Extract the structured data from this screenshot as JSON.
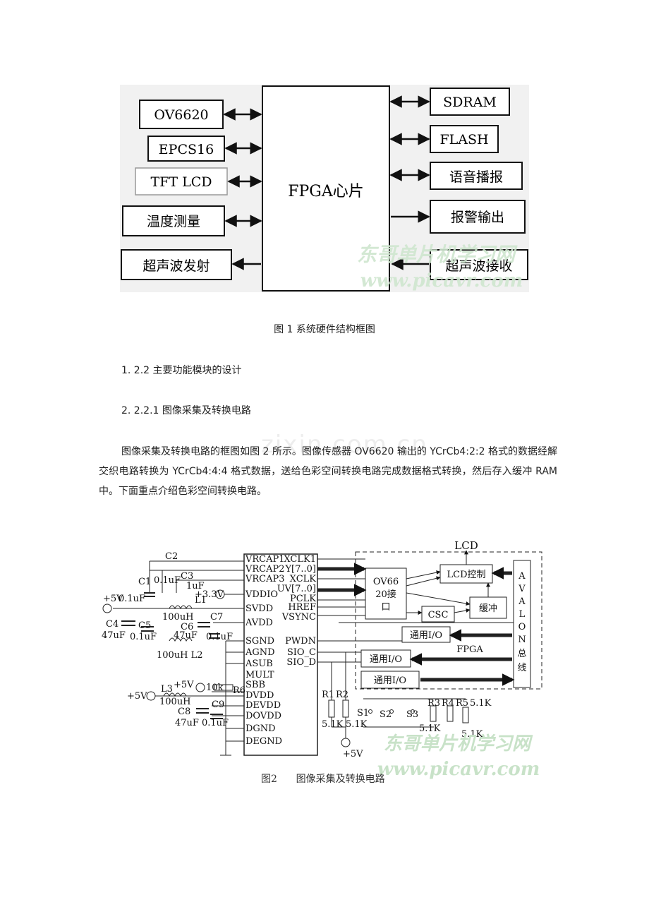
{
  "figure1": {
    "center": "FPGA心片",
    "left_blocks": [
      "OV6620",
      "EPCS16",
      "TFT LCD",
      "温度测量",
      "超声波发射"
    ],
    "right_blocks": [
      "SDRAM",
      "FLASH",
      "语音播报",
      "报警输出",
      "超声波接收"
    ],
    "watermark_cn": "东哥单片机学习网",
    "watermark_url": "www.picavr.com",
    "caption": "图 1  系统硬件结构框图"
  },
  "headings": {
    "h1": "1. 2.2  主要功能模块的设计",
    "h2": "2. 2.2.1  图像采集及转换电路"
  },
  "paragraph": {
    "p1": "图像采集及转换电路的框图如图 2 所示。图像传感器 ",
    "p2": "OV6620",
    "p3": " 输出的 ",
    "p4": "YCrCb4:2:2",
    "p5": " 格式的数据经解交织电路转换为 ",
    "p6": "YCrCb4:4:4",
    "p7": " 格式数据，送给色彩空间转换电路完成数据格式转换，然后存入缓冲 ",
    "p8": "RAM",
    "p9": " 中。下面重点介绍色彩空间转换电路。"
  },
  "bg_watermark": "zixin.com.cn",
  "figure2": {
    "pins_left": [
      "VRCAP1",
      "VRCAP2",
      "VRCAP3",
      "VDDIO",
      "SVDD",
      "AVDD",
      "SGND",
      "AGND",
      "ASUB",
      "MULT",
      "SBB",
      "DVDD",
      "DEVDD",
      "DOVDD",
      "DGND",
      "DEGND"
    ],
    "pins_right": [
      "XCLK1",
      "Y[7..0]",
      "XCLK",
      "UV[7..0]",
      "PCLK",
      "HREF",
      "VSYNC",
      "PWDN",
      "SIO_C",
      "SIO_D"
    ],
    "lcd_title": "LCD",
    "lcd_ctrl": "LCD控制",
    "ov_block_1": "OV66",
    "ov_block_2": "20接",
    "ov_block_3": "口",
    "csc": "CSC",
    "buffer": "缓冲",
    "gpio": "通用I/O",
    "fpga": "FPGA",
    "avalon_letters": [
      "A",
      "V",
      "A",
      "L",
      "O",
      "N",
      "总",
      "线"
    ],
    "c2": "C2",
    "c1": "C1",
    "c3": "C3",
    "c1_val": "0.1uF",
    "c3_val": "1uF",
    "v33": "+3.3V",
    "plus5v": "+5V",
    "c_left_val": "0.1uF",
    "l1": "L1",
    "l1_val": "100uH",
    "c4": "C4",
    "c4_val": "47uF",
    "c5": "C5",
    "c5_val": "0.1uF",
    "c6": "C6",
    "c6_val": "47uF",
    "c7": "C7",
    "c7_val": "0.1uF",
    "l2": "100uH L2",
    "l3": "L3",
    "l3_val": "100uH",
    "r10k": "10k",
    "r6": "R6",
    "c8": "C8",
    "c8_val": "47uF",
    "c9": "C9",
    "c9_val": "0.1uF",
    "r1": "R1",
    "r2": "R2",
    "r_val": "5.1K",
    "s1": "S1",
    "s2": "S2",
    "s3": "S3",
    "r3": "R3",
    "r4": "R4",
    "r5": "R5",
    "plus5v_bottom": "+5V",
    "watermark_cn": "东哥单片机学习网",
    "watermark_url": "www.picavr.com",
    "caption": "图2      图像采集及转换电路"
  }
}
